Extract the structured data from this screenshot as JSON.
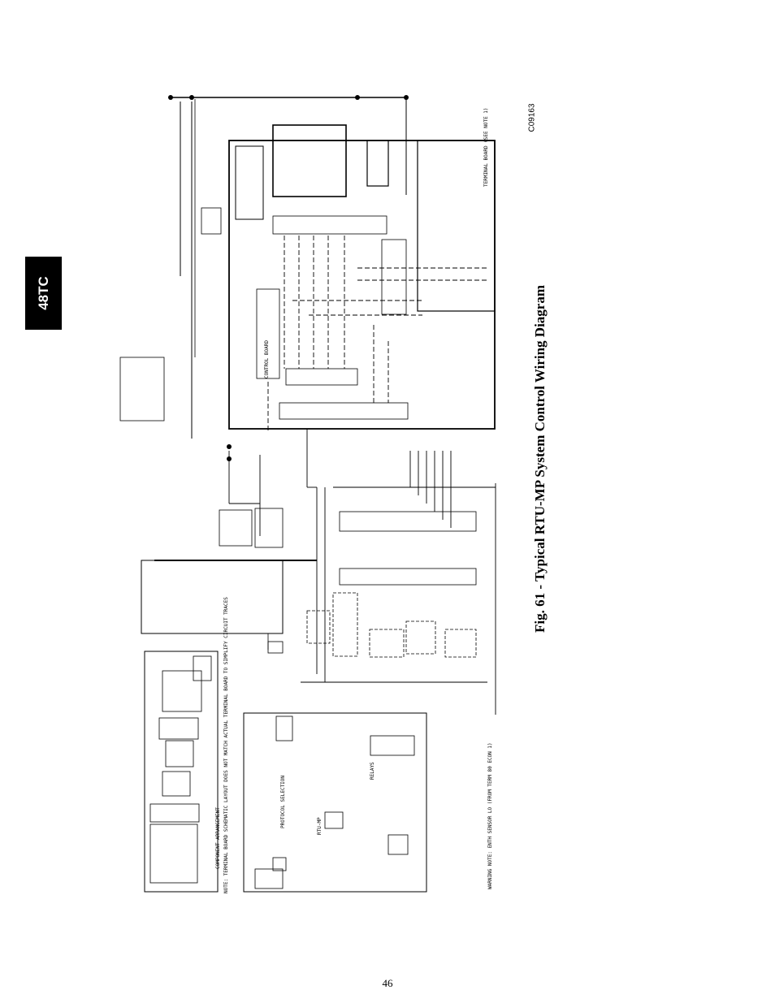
{
  "side_tab": {
    "label": "48TC"
  },
  "figure": {
    "caption": "Fig. 61 - Typical RTU-MP System Control Wiring Diagram",
    "code": "C09163"
  },
  "diagram": {
    "note_component": "COMPONENT ARRANGEMENT",
    "note_terminal": "NOTE: TERMINAL BOARD SCHEMATIC LAYOUT DOES NOT MATCH ACTUAL TERMINAL BOARD TO SIMPLIFY CIRCUIT TRACES",
    "board_label": "RTU-MP",
    "terminal_board": "TERMINAL BOARD (SEE NOTE 1)",
    "warning_note": "WARNING NOTE: ENTH SENSOR LO (FROM TERM 80 ECON 1)",
    "protocol": "PROTOCOL SELECTION",
    "relays": "RELAYS",
    "control_board": "CONTROL BOARD"
  },
  "footer": {
    "page_number": "46"
  }
}
